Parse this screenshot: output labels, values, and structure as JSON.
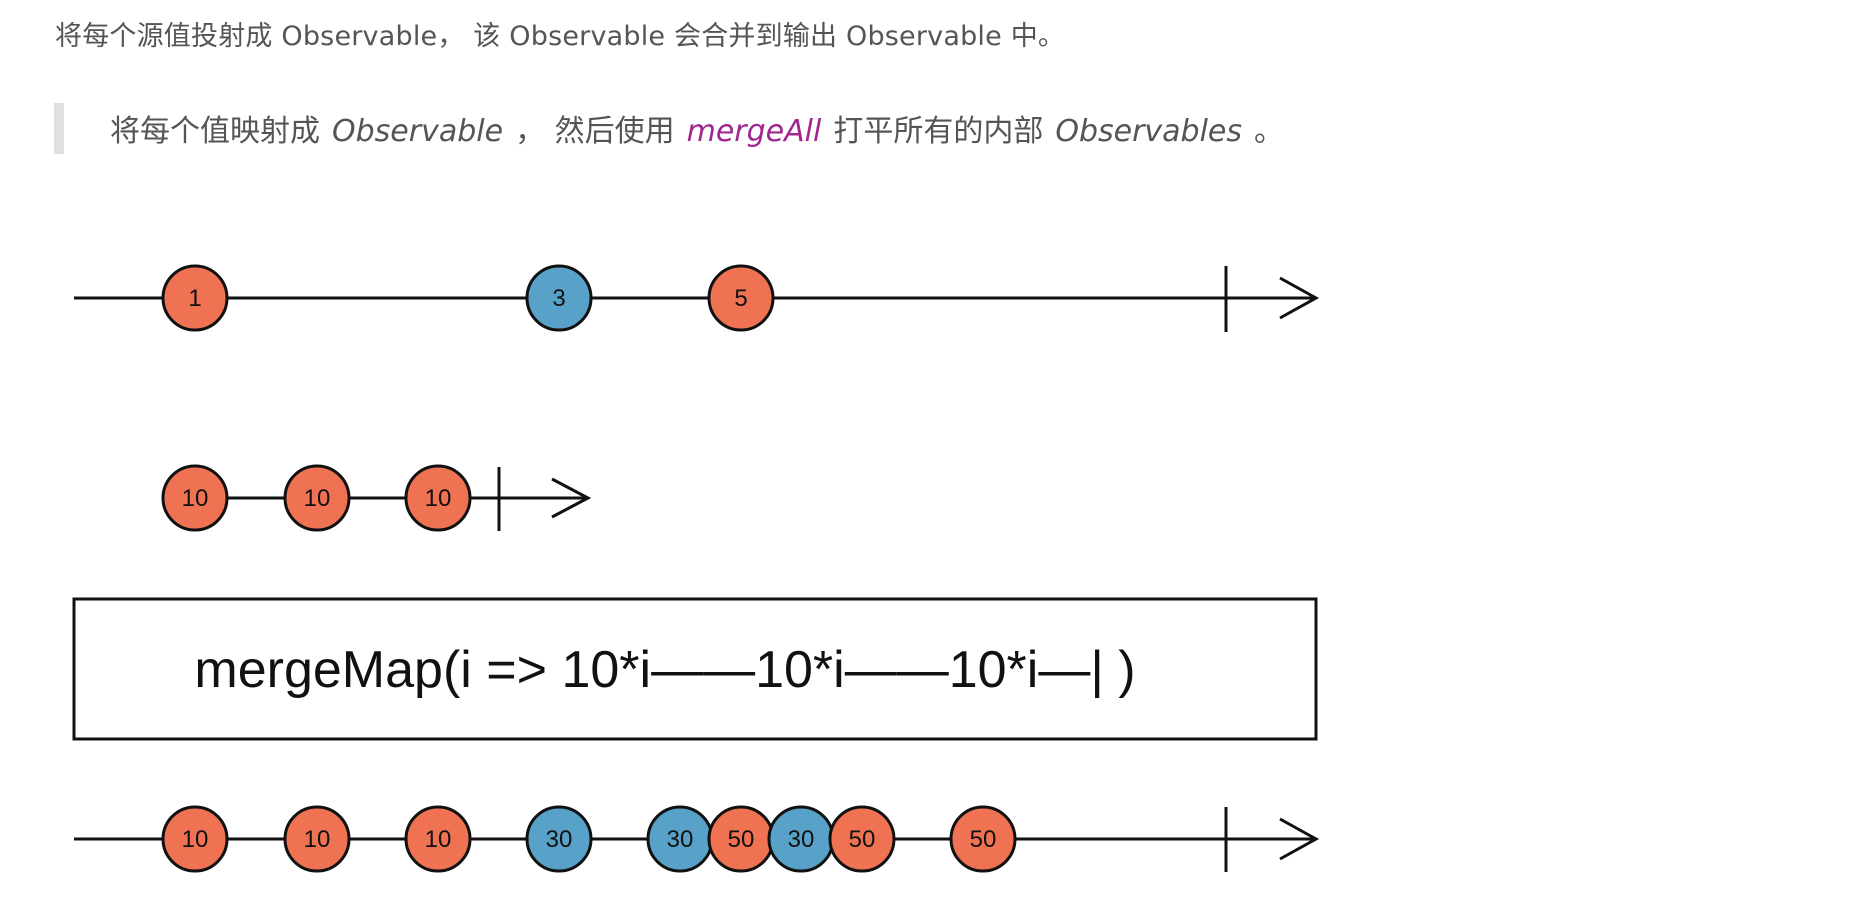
{
  "intro": {
    "text": "将每个源值投射成 Observable， 该 Observable 会合并到输出 Observable 中。"
  },
  "quote": {
    "part1": "将每个值映射成",
    "em1": "Observable",
    "part2": "， 然后使用",
    "code": "mergeAll",
    "part3": "打平所有的内部",
    "em2": "Observables",
    "part4": "。"
  },
  "colors": {
    "orange": "#ef7252",
    "blue": "#58a2c9",
    "stroke": "#111111",
    "text_gray": "#555555",
    "code_purple": "#a0278f",
    "quote_bar": "#e0e0e0"
  },
  "diagram": {
    "operator_label": "mergeMap(i => 10*i——10*i——10*i—| )",
    "source": {
      "marbles": [
        {
          "label": "1",
          "color": "orange"
        },
        {
          "label": "3",
          "color": "blue"
        },
        {
          "label": "5",
          "color": "orange"
        }
      ]
    },
    "inner": {
      "marbles": [
        {
          "label": "10",
          "color": "orange"
        },
        {
          "label": "10",
          "color": "orange"
        },
        {
          "label": "10",
          "color": "orange"
        }
      ]
    },
    "output": {
      "marbles": [
        {
          "label": "10",
          "color": "orange"
        },
        {
          "label": "10",
          "color": "orange"
        },
        {
          "label": "10",
          "color": "orange"
        },
        {
          "label": "30",
          "color": "blue"
        },
        {
          "label": "30",
          "color": "blue"
        },
        {
          "label": "50",
          "color": "orange"
        },
        {
          "label": "30",
          "color": "blue"
        },
        {
          "label": "50",
          "color": "orange"
        },
        {
          "label": "50",
          "color": "orange"
        }
      ]
    }
  }
}
